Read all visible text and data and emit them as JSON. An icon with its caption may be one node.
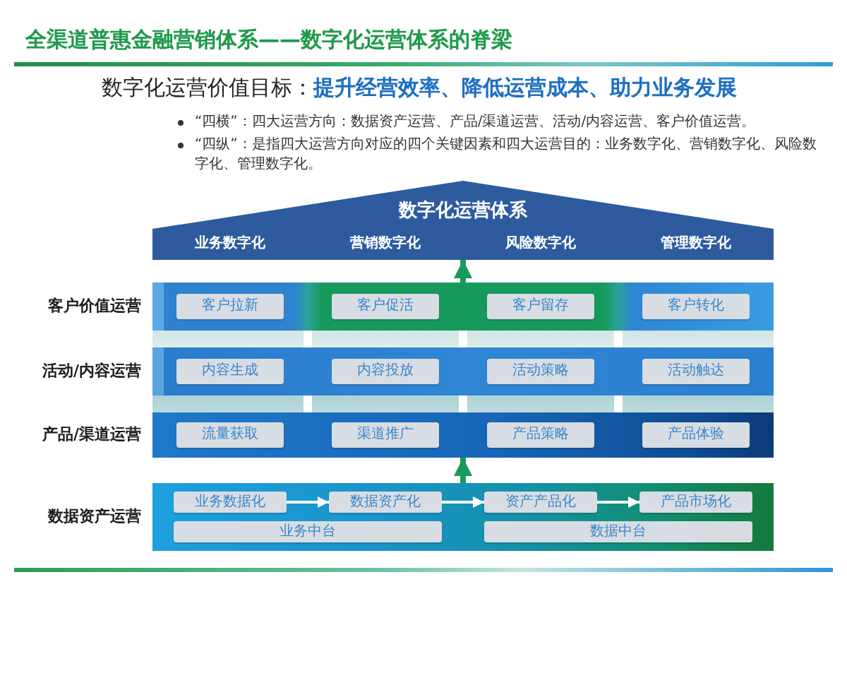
{
  "diagram": {
    "title": "全渠道普惠金融营销体系——数字化运营体系的脊梁",
    "nodes": [
      {
        "text": [
          "数字化运营体系",
          "业务数字化",
          "营销数字化",
          "风险数字化",
          "管理数字化"
        ]
      },
      {
        "text": [],
        "shape": "bar",
        "beside": [
          "客户价值运营"
        ]
      },
      {
        "text": [
          "客户拉新"
        ],
        "in": 1
      },
      {
        "text": [
          "客户促活"
        ],
        "in": 1
      },
      {
        "text": [
          "客户留存"
        ],
        "in": 1
      },
      {
        "text": [
          "客户转化"
        ],
        "in": 1
      },
      {
        "text": [],
        "shape": "bar",
        "beside": [
          "活动/内容运营"
        ]
      },
      {
        "text": [
          "内容生成"
        ],
        "in": 6
      },
      {
        "text": [
          "内容投放"
        ],
        "in": 6
      },
      {
        "text": [
          "活动策略"
        ],
        "in": 6
      },
      {
        "text": [
          "活动触达"
        ],
        "in": 6
      },
      {
        "text": [],
        "shape": "bar",
        "beside": [
          "产品/渠道运营"
        ]
      },
      {
        "text": [
          "流量获取"
        ],
        "in": 11
      },
      {
        "text": [
          "渠道推广"
        ],
        "in": 11
      },
      {
        "text": [
          "产品策略"
        ],
        "in": 11
      },
      {
        "text": [
          "产品体验"
        ],
        "in": 11
      },
      {
        "text": [],
        "shape": "bar",
        "beside": [
          "数据资产运营"
        ]
      },
      {
        "text": [
          "业务数据化"
        ],
        "in": 16
      },
      {
        "text": [
          "数据资产化"
        ],
        "in": 16
      },
      {
        "text": [
          "资产产品化"
        ],
        "in": 16
      },
      {
        "text": [
          "产品市场化"
        ],
        "in": 16
      },
      {
        "text": [
          "业务中台"
        ],
        "in": 16
      },
      {
        "text": [
          "数据中台"
        ],
        "in": 16
      }
    ],
    "edges": [
      {
        "from": 1,
        "to": 0,
        "arrow": "to",
        "style": "thick",
        "color": "#1a9a5a"
      },
      {
        "from": 16,
        "to": 11,
        "arrow": "to",
        "style": "thick",
        "color": "#1a9a5a"
      },
      {
        "from": 17,
        "to": 18,
        "arrow": "to"
      },
      {
        "from": 18,
        "to": 19,
        "arrow": "to"
      },
      {
        "from": 19,
        "to": 20,
        "arrow": "to"
      }
    ],
    "labels": [
      "数字化运营价值目标：**提升经营效率、降低运营成本、助力业务发展**",
      "“四横”：四大运营方向：数据资产运营、产品/渠道运营、活动/内容运营、客户价值运营。",
      "“四纵”：是指四大运营方向对应的四个关键因素和四大运营目的：业务数字化、营销数字化、风险数字化、管理数字化。"
    ]
  }
}
